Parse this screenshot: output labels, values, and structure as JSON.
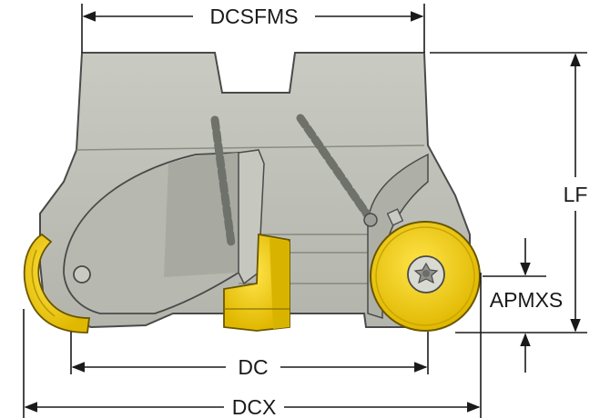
{
  "dimensions": {
    "top_width": "DCSFMS",
    "overall_length": "LF",
    "max_depth_of_cut": "APMXS",
    "cutting_diameter": "DC",
    "max_cutting_diameter": "DCX"
  },
  "colors": {
    "body_fill": "#bfc1b9",
    "body_shade": "#a4a69f",
    "body_outline": "#4a4a4a",
    "insert_gold": "#f2cf0a",
    "insert_dark": "#b89600",
    "dimension_line": "#1a1a1a",
    "background": "#ffffff"
  },
  "icons": {
    "round_insert": "torx-screw-icon",
    "coolant_channel": "coolant-hole-icon"
  }
}
